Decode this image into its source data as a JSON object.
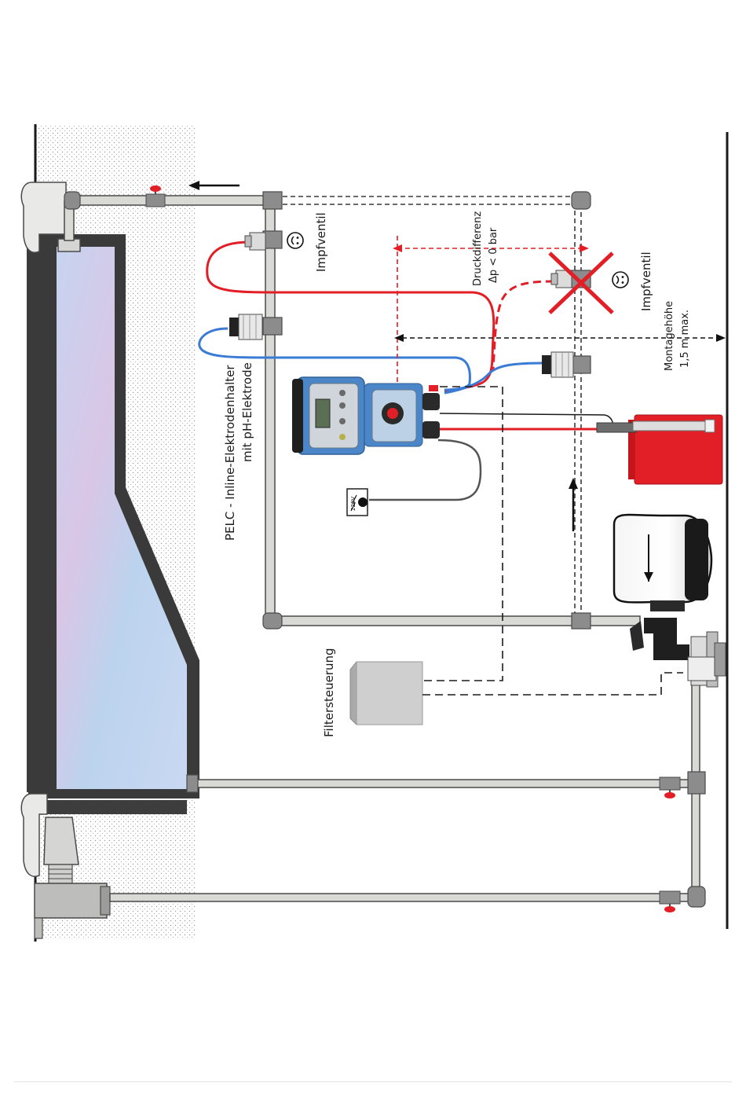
{
  "labels": {
    "impfventil_ok": "Impfventil",
    "impfventil_bad": "Impfventil",
    "druckdifferenz": "Druckdifferenz",
    "delta_p": "Δp < 0 bar",
    "montagehoehe": "Montagehöhe",
    "montagehoehe_max": "1,5 m max.",
    "pelc_line1": "PELC - Inline-Elektrodenhalter",
    "pelc_line2": "mit pH-Elektrode",
    "filtersteuerung": "Filtersteuerung",
    "voltage": "220V"
  },
  "colors": {
    "dosing_red": "#e21e26",
    "electrode_blue": "#3a7bd5",
    "pipe_fill": "#d9d9d6",
    "pipe_stroke": "#4a4a4a",
    "fitting": "#8c8c8c",
    "water": "#b7c9ea",
    "wall": "#3d3d3d",
    "tank_red": "#e21e26",
    "pump_blue": "#4a86c8",
    "box_gray": "#c8c8c8"
  },
  "icons": {
    "ok": "smiley-happy-icon",
    "bad": "smiley-sad-icon",
    "forbidden": "red-x-icon",
    "power": "power-socket-icon",
    "flow": "flow-arrow-icon"
  }
}
